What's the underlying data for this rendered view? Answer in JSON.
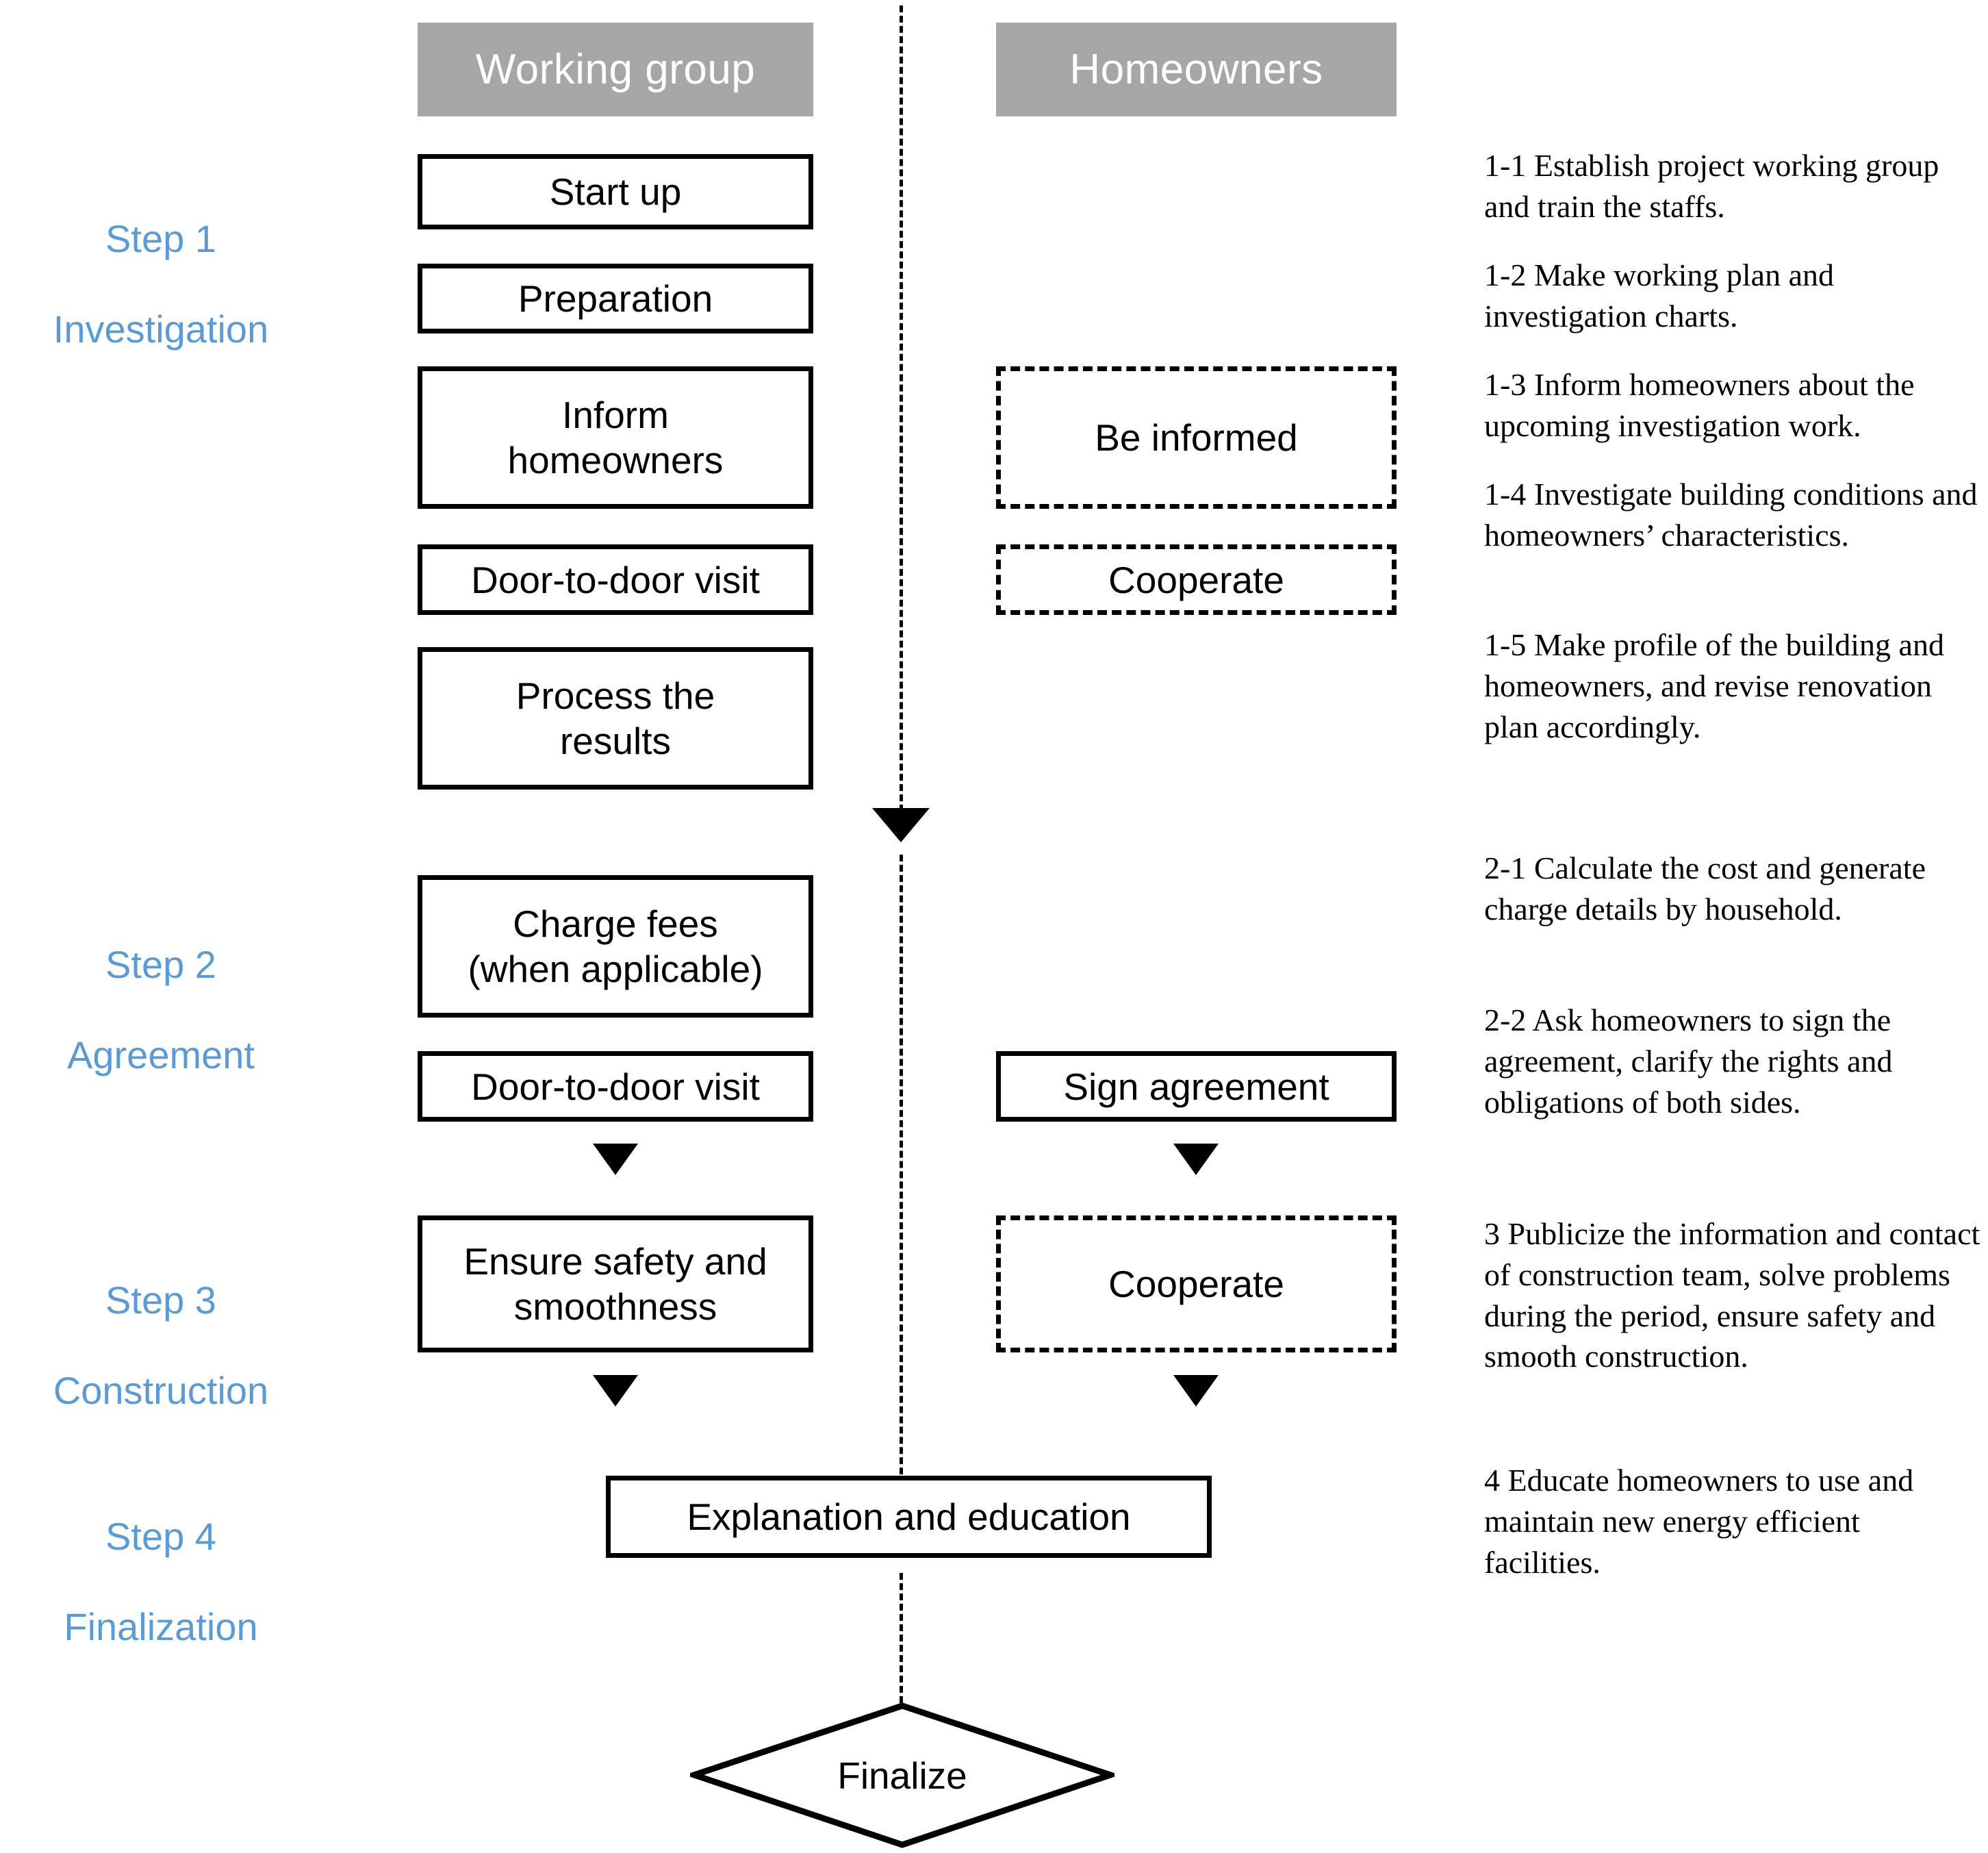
{
  "colors": {
    "lane_header_bg": "#a6a6a6",
    "lane_header_text": "#ffffff",
    "step_label": "#5b9bd5",
    "node_border": "#000000",
    "canvas_bg": "#ffffff"
  },
  "lanes": [
    {
      "id": "working-group",
      "label": "Working group"
    },
    {
      "id": "homeowners",
      "label": "Homeowners"
    }
  ],
  "steps": [
    {
      "id": "step-1",
      "number": "Step 1",
      "name": "Investigation"
    },
    {
      "id": "step-2",
      "number": "Step 2",
      "name": "Agreement"
    },
    {
      "id": "step-3",
      "number": "Step 3",
      "name": "Construction"
    },
    {
      "id": "step-4",
      "number": "Step 4",
      "name": "Finalization"
    }
  ],
  "working_group_nodes": [
    {
      "id": "start-up",
      "label": "Start up",
      "style": "solid"
    },
    {
      "id": "preparation",
      "label": "Preparation",
      "style": "solid"
    },
    {
      "id": "inform-homeowners",
      "label": "Inform\nhomeowners",
      "style": "solid"
    },
    {
      "id": "door-to-door-visit-1",
      "label": "Door-to-door visit",
      "style": "solid"
    },
    {
      "id": "process-the-results",
      "label": "Process the\nresults",
      "style": "solid"
    },
    {
      "id": "charge-fees",
      "label": "Charge fees\n(when applicable)",
      "style": "solid"
    },
    {
      "id": "door-to-door-visit-2",
      "label": "Door-to-door visit",
      "style": "solid"
    },
    {
      "id": "ensure-safety",
      "label": "Ensure safety and\nsmoothness",
      "style": "solid"
    }
  ],
  "homeowner_nodes": [
    {
      "id": "be-informed",
      "label": "Be informed",
      "style": "dashed"
    },
    {
      "id": "cooperate-1",
      "label": "Cooperate",
      "style": "dashed"
    },
    {
      "id": "sign-agreement",
      "label": "Sign agreement",
      "style": "solid"
    },
    {
      "id": "cooperate-2",
      "label": "Cooperate",
      "style": "dashed"
    }
  ],
  "shared_nodes": [
    {
      "id": "explanation-and-education",
      "label": "Explanation and education",
      "style": "solid"
    },
    {
      "id": "finalize",
      "label": "Finalize",
      "style": "diamond"
    }
  ],
  "notes": [
    {
      "id": "note-1-1",
      "text": "1-1 Establish project working group and train the staffs."
    },
    {
      "id": "note-1-2",
      "text": "1-2 Make working plan and investigation charts."
    },
    {
      "id": "note-1-3",
      "text": "1-3 Inform homeowners about the upcoming investigation work."
    },
    {
      "id": "note-1-4",
      "text": "1-4 Investigate building conditions and homeowners’ characteristics."
    },
    {
      "id": "note-1-5",
      "text": "1-5 Make profile of the building and homeowners, and revise renovation plan accordingly."
    },
    {
      "id": "note-2-1",
      "text": "2-1 Calculate the cost and generate charge details by household."
    },
    {
      "id": "note-2-2",
      "text": "2-2 Ask homeowners to sign the agreement, clarify the rights and obligations of both sides."
    },
    {
      "id": "note-3",
      "text": "3 Publicize the information and contact of construction team, solve problems during the period, ensure safety and smooth construction."
    },
    {
      "id": "note-4",
      "text": "4 Educate homeowners to use and maintain new energy efficient facilities."
    }
  ]
}
